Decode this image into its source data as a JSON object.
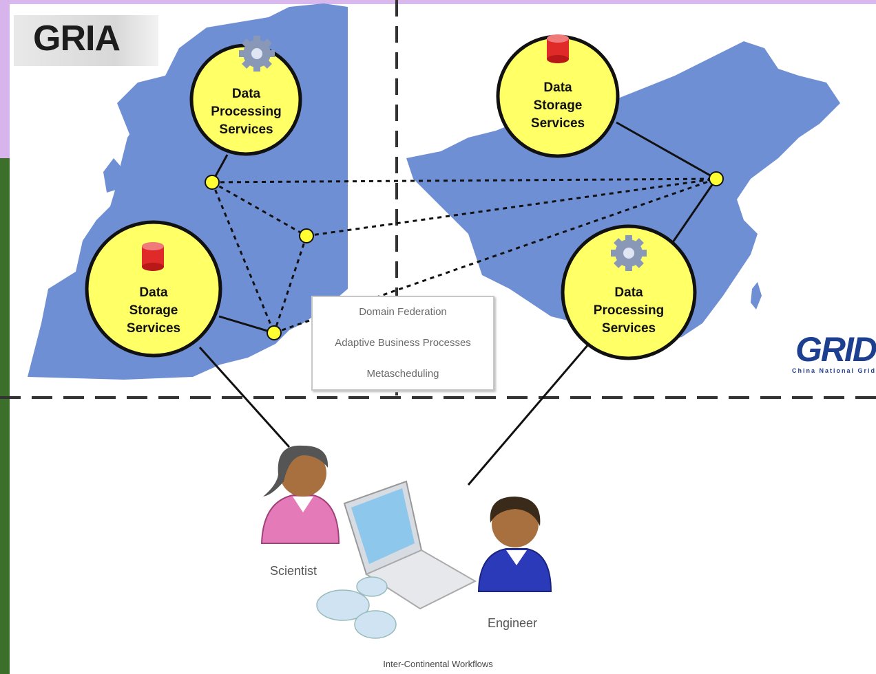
{
  "logos": {
    "left": "GRIA",
    "right": "GRID",
    "right_subtitle": "China National Grid"
  },
  "services": {
    "eu_processing": {
      "line1": "Data",
      "line2": "Processing",
      "line3": "Services",
      "icon": "gear-icon"
    },
    "eu_storage": {
      "line1": "Data",
      "line2": "Storage",
      "line3": "Services",
      "icon": "database-icon"
    },
    "cn_storage": {
      "line1": "Data",
      "line2": "Storage",
      "line3": "Services",
      "icon": "database-icon"
    },
    "cn_processing": {
      "line1": "Data",
      "line2": "Processing",
      "line3": "Services",
      "icon": "gear-icon"
    }
  },
  "federation_box": {
    "item1": "Domain Federation",
    "item2": "Adaptive Business Processes",
    "item3": "Metascheduling"
  },
  "people": {
    "scientist": "Scientist",
    "engineer": "Engineer"
  },
  "caption": "Inter-Continental Workflows",
  "colors": {
    "map_blue": "#6f8fd4",
    "node_yellow": "#ffff66",
    "border_purple": "#d8b8e8"
  }
}
